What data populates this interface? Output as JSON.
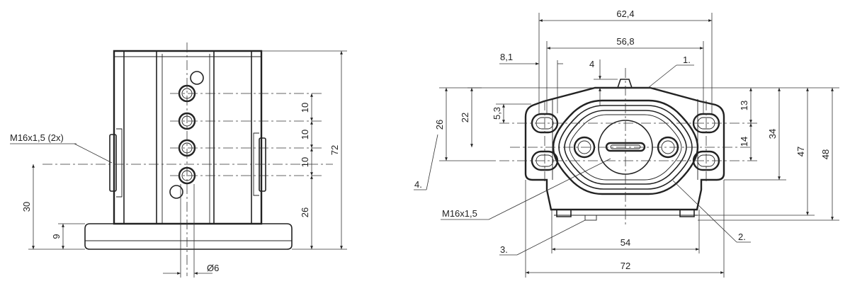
{
  "left_view": {
    "dims": {
      "d72": "72",
      "d10a": "10",
      "d10b": "10",
      "d10c": "10",
      "d26": "26",
      "d30": "30",
      "d9": "9",
      "phi6": "Ø6"
    },
    "callout_thread": "M16x1,5 (2x)"
  },
  "right_view": {
    "dims": {
      "w624": "62,4",
      "w568": "56,8",
      "w81": "8,1",
      "h4": "4",
      "h53": "5,3",
      "h22": "22",
      "h26": "26",
      "h13": "13",
      "h14": "14",
      "h34": "34",
      "h47": "47",
      "h48": "48",
      "w54": "54",
      "w72": "72"
    },
    "callouts": {
      "c1": "1.",
      "c2": "2.",
      "c3": "3.",
      "c4": "4.",
      "thread": "M16x1,5"
    }
  }
}
